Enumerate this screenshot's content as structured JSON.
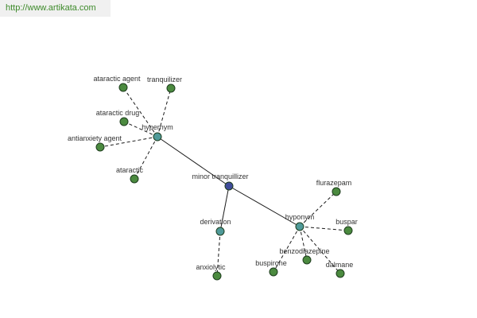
{
  "banner": {
    "url": "http://www.artikata.com"
  },
  "colors": {
    "root": "#3f4c9a",
    "relation": "#4f9a99",
    "term": "#4b8a3f",
    "edge": "#1a1a1a"
  },
  "graph": {
    "nodes": [
      {
        "id": "minor-tranquillizer",
        "label": "minor tranquillizer",
        "kind": "root"
      },
      {
        "id": "hypernym",
        "label": "hypernym",
        "kind": "relation"
      },
      {
        "id": "derivation",
        "label": "derivation",
        "kind": "relation"
      },
      {
        "id": "hyponym",
        "label": "hyponym",
        "kind": "relation"
      },
      {
        "id": "ataractic-agent",
        "label": "ataractic agent",
        "kind": "term"
      },
      {
        "id": "tranquilizer",
        "label": "tranquilizer",
        "kind": "term"
      },
      {
        "id": "ataractic-drug",
        "label": "ataractic drug",
        "kind": "term"
      },
      {
        "id": "antianxiety-agent",
        "label": "antianxiety agent",
        "kind": "term"
      },
      {
        "id": "ataractic",
        "label": "ataractic",
        "kind": "term"
      },
      {
        "id": "anxiolytic",
        "label": "anxiolytic",
        "kind": "term"
      },
      {
        "id": "flurazepam",
        "label": "flurazepam",
        "kind": "term"
      },
      {
        "id": "buspar",
        "label": "buspar",
        "kind": "term"
      },
      {
        "id": "benzodiazepine",
        "label": "benzodiazepine",
        "kind": "term"
      },
      {
        "id": "buspirone",
        "label": "buspirone",
        "kind": "term"
      },
      {
        "id": "dalmane",
        "label": "dalmane",
        "kind": "term"
      }
    ],
    "edges": [
      {
        "from": "minor-tranquillizer",
        "to": "hypernym",
        "style": "solid"
      },
      {
        "from": "minor-tranquillizer",
        "to": "derivation",
        "style": "solid"
      },
      {
        "from": "minor-tranquillizer",
        "to": "hyponym",
        "style": "solid"
      },
      {
        "from": "hypernym",
        "to": "ataractic-agent",
        "style": "dashed"
      },
      {
        "from": "hypernym",
        "to": "tranquilizer",
        "style": "dashed"
      },
      {
        "from": "hypernym",
        "to": "ataractic-drug",
        "style": "dashed"
      },
      {
        "from": "hypernym",
        "to": "antianxiety-agent",
        "style": "dashed"
      },
      {
        "from": "hypernym",
        "to": "ataractic",
        "style": "dashed"
      },
      {
        "from": "derivation",
        "to": "anxiolytic",
        "style": "dashed"
      },
      {
        "from": "hyponym",
        "to": "flurazepam",
        "style": "dashed"
      },
      {
        "from": "hyponym",
        "to": "buspar",
        "style": "dashed"
      },
      {
        "from": "hyponym",
        "to": "benzodiazepine",
        "style": "dashed"
      },
      {
        "from": "hyponym",
        "to": "buspirone",
        "style": "dashed"
      },
      {
        "from": "hyponym",
        "to": "dalmane",
        "style": "dashed"
      }
    ]
  }
}
